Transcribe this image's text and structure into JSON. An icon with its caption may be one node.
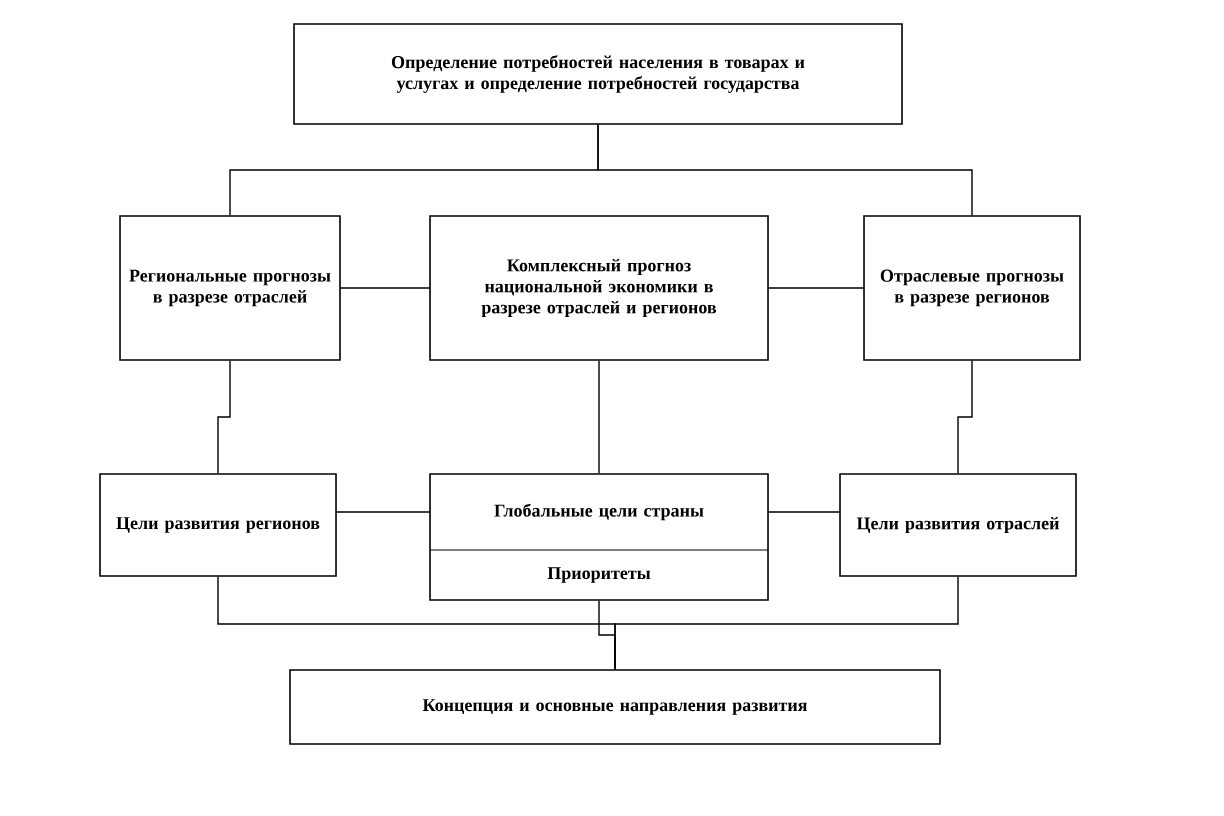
{
  "diagram": {
    "nodes": [
      {
        "text": [
          "Определение потребностей населения в товарах и услугах и определение потребностей государства"
        ]
      },
      {
        "text": [
          "Региональные прогнозы в разрезе отраслей"
        ]
      },
      {
        "text": [
          "Комплексный прогноз национальной экономики в разрезе отраслей и регионов"
        ]
      },
      {
        "text": [
          "Отраслевые прогнозы в разрезе регионов"
        ]
      },
      {
        "text": [
          "Цели развития регионов"
        ]
      },
      {
        "text": [
          "Глобальные цели страны",
          "Приоритеты"
        ]
      },
      {
        "text": [
          "Цели развития отраслей"
        ]
      },
      {
        "text": [
          "Концепция и основные направления развития"
        ]
      }
    ],
    "edges": [
      {
        "from": 0,
        "to": 1,
        "arrow": "none"
      },
      {
        "from": 0,
        "to": 3,
        "arrow": "none"
      },
      {
        "from": 1,
        "to": 2,
        "arrow": "none"
      },
      {
        "from": 2,
        "to": 3,
        "arrow": "none"
      },
      {
        "from": 1,
        "to": 4,
        "arrow": "none"
      },
      {
        "from": 2,
        "to": 5,
        "arrow": "none"
      },
      {
        "from": 3,
        "to": 6,
        "arrow": "none"
      },
      {
        "from": 4,
        "to": 5,
        "arrow": "none"
      },
      {
        "from": 5,
        "to": 6,
        "arrow": "none"
      },
      {
        "from": 4,
        "to": 7,
        "arrow": "none"
      },
      {
        "from": 5,
        "to": 7,
        "arrow": "none"
      },
      {
        "from": 6,
        "to": 7,
        "arrow": "none"
      }
    ]
  }
}
